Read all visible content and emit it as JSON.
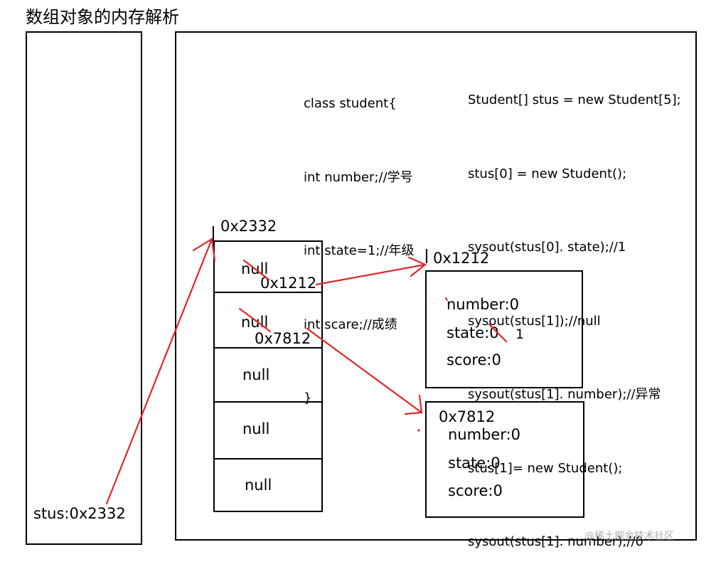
{
  "title": "数组对象的内存解析",
  "stack": {
    "var": "stus:0x2332"
  },
  "class_code": [
    "class student{",
    "int number;//学号",
    "int state=1;//年级",
    "int scare;//成绩",
    "}"
  ],
  "main_code": [
    "Student[] stus = new Student[5];",
    "stus[0] = new Student();",
    "sysout(stus[0]. state);//1",
    "sysout(stus[1]);//null",
    "sysout(stus[1]. number);//异常",
    "stus[1]= new Student();",
    "sysout(stus[1]. number);//0"
  ],
  "array": {
    "address": "0x2332",
    "cells": [
      "null",
      "null",
      "null",
      "null",
      "null"
    ],
    "overwrites": [
      "0x1212",
      "0x7812"
    ]
  },
  "objects": [
    {
      "address": "0x1212",
      "fields": [
        "number:0",
        "state:0",
        "score:0"
      ],
      "state_correction": "1"
    },
    {
      "address": "0x7812",
      "fields": [
        "number:0",
        "state:0",
        "score:0"
      ]
    }
  ],
  "colors": {
    "ink": "#000000",
    "arrow": "#e0262c",
    "watermark": "#b0b0b0"
  },
  "watermark": "@稀土掘金技术社区"
}
